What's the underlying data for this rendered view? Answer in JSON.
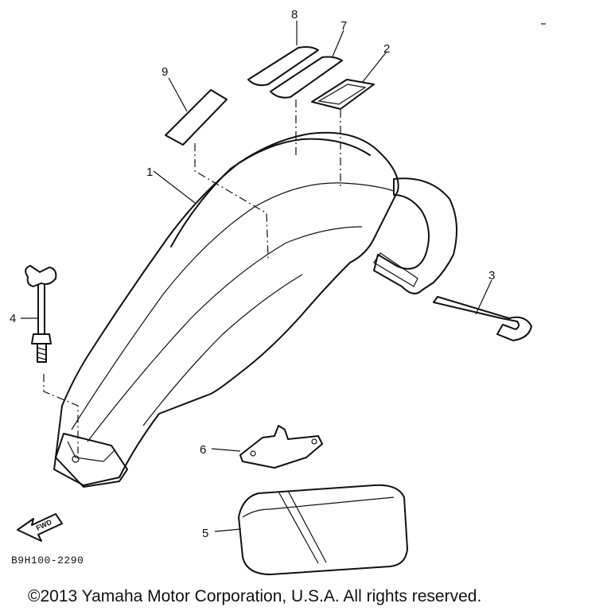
{
  "diagram": {
    "callouts": [
      {
        "id": "1",
        "label": "1"
      },
      {
        "id": "2",
        "label": "2"
      },
      {
        "id": "3",
        "label": "3"
      },
      {
        "id": "4",
        "label": "4"
      },
      {
        "id": "5",
        "label": "5"
      },
      {
        "id": "6",
        "label": "6"
      },
      {
        "id": "7",
        "label": "7"
      },
      {
        "id": "8",
        "label": "8"
      },
      {
        "id": "9",
        "label": "9"
      }
    ],
    "fwd_label": "FWD",
    "drawing_code": "B9H100-2290",
    "copyright": "©2013 Yamaha Motor Corporation, U.S.A. All rights reserved."
  }
}
